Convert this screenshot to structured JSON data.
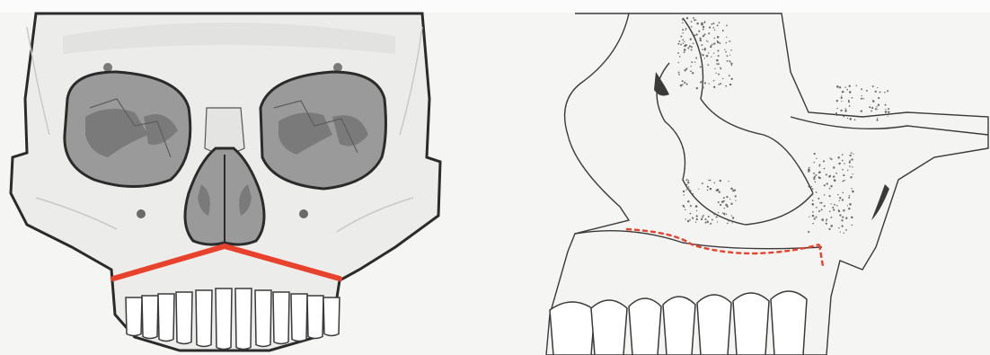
{
  "figure": {
    "panels": [
      {
        "id": "frontal",
        "subject": "skull-frontal-view"
      },
      {
        "id": "lateral",
        "subject": "maxilla-lateral-view"
      }
    ],
    "colors": {
      "background": "#f5f5f3",
      "bone_fill": "#ececeb",
      "bone_outline": "#2b2b2b",
      "orbit_fill": "#9a9a9a",
      "orbit_shadow": "#7a7a7a",
      "osteotomy_line": "#e8412c",
      "stipple": "#6a6a6a"
    },
    "icons": [
      "skull-frontal-drawing",
      "maxilla-lateral-drawing",
      "osteotomy-line"
    ]
  }
}
